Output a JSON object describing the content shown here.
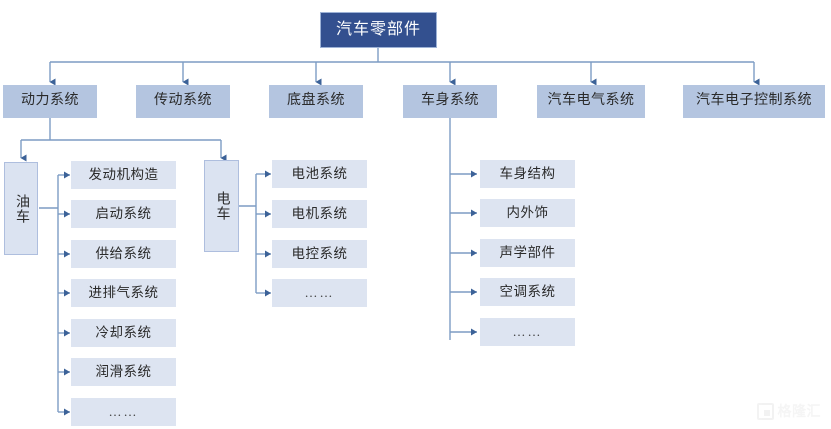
{
  "diagram": {
    "title": "汽车零部件",
    "type": "tree-hierarchy",
    "colors": {
      "root_fill": "#33508f",
      "root_text": "#ffffff",
      "level2_fill": "#b4c5e0",
      "side_fill": "#dbe3f1",
      "leaf_fill": "#dde4f1",
      "connector": "#7d9cc4",
      "text": "#2a2a2a",
      "background": "#ffffff"
    },
    "root": {
      "label": "汽车零部件"
    },
    "level2": [
      {
        "label": "动力系统"
      },
      {
        "label": "传动系统"
      },
      {
        "label": "底盘系统"
      },
      {
        "label": "车身系统"
      },
      {
        "label": "汽车电气系统"
      },
      {
        "label": "汽车电子控制系统"
      }
    ],
    "groups": [
      {
        "label": "油车",
        "parent": "动力系统",
        "children": [
          {
            "label": "发动机构造"
          },
          {
            "label": "启动系统"
          },
          {
            "label": "供给系统"
          },
          {
            "label": "进排气系统"
          },
          {
            "label": "冷却系统"
          },
          {
            "label": "润滑系统"
          },
          {
            "label": "……"
          }
        ]
      },
      {
        "label": "电车",
        "parent": "动力系统",
        "children": [
          {
            "label": "电池系统"
          },
          {
            "label": "电机系统"
          },
          {
            "label": "电控系统"
          },
          {
            "label": "……"
          }
        ]
      }
    ],
    "body_branch": {
      "parent": "车身系统",
      "children": [
        {
          "label": "车身结构"
        },
        {
          "label": "内外饰"
        },
        {
          "label": "声学部件"
        },
        {
          "label": "空调系统"
        },
        {
          "label": "……"
        }
      ]
    }
  },
  "watermark": {
    "text": "格隆汇",
    "icon": "glonghui-logo-icon"
  }
}
